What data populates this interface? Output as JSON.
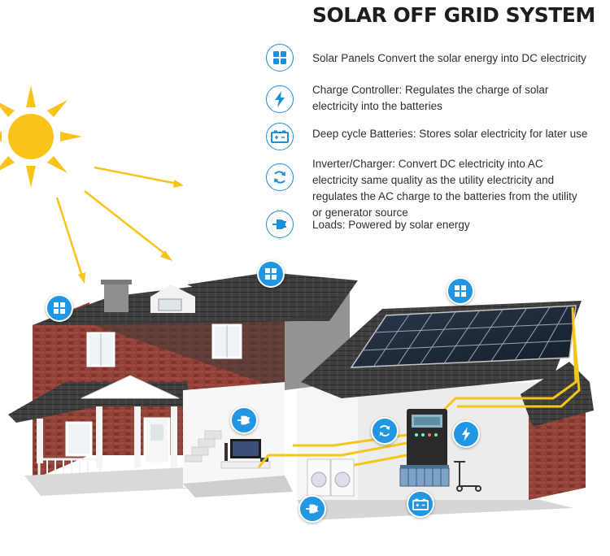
{
  "title": "SOLAR OFF GRID SYSTEM",
  "legend": [
    {
      "icon": "solar-panel-icon",
      "text": "Solar Panels Convert the solar energy into DC electricity"
    },
    {
      "icon": "lightning-bolt-icon",
      "text": "Charge Controller: Regulates the charge of solar electricity into the batteries"
    },
    {
      "icon": "battery-icon",
      "text": "Deep cycle Batteries: Stores solar electricity for later use"
    },
    {
      "icon": "cycle-arrows-icon",
      "text": "Inverter/Charger: Convert DC electricity into AC electricity same quality as the utility electricity and regulates the AC charge to the batteries from the utility or generator source"
    },
    {
      "icon": "plug-icon",
      "text": "Loads: Powered by solar energy"
    }
  ],
  "colors": {
    "accent": "#2196e3",
    "sun": "#f9c31a",
    "wire": "#f5c518",
    "brick": "#8a3b32",
    "roof": "#4a4a4a",
    "panel": "#1e2a38"
  }
}
